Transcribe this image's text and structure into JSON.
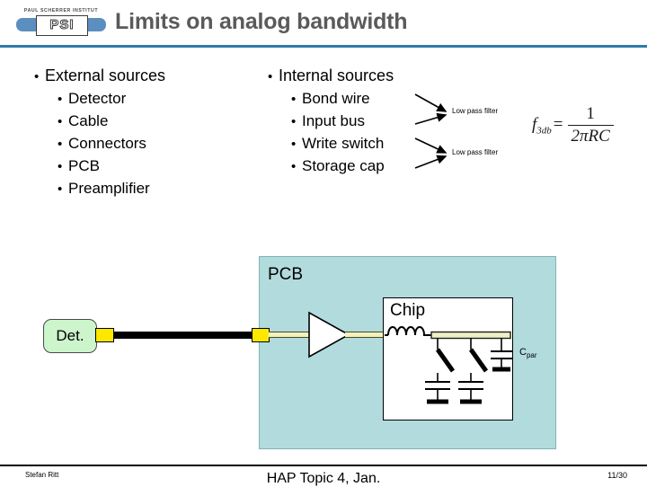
{
  "header": {
    "logo": {
      "org_line": "PAUL SCHERRER INSTITUT",
      "acronym": "PSI"
    },
    "title": "Limits on analog bandwidth"
  },
  "content": {
    "external": {
      "heading": "External sources",
      "items": [
        "Detector",
        "Cable",
        "Connectors",
        "PCB",
        "Preamplifier"
      ]
    },
    "internal": {
      "heading": "Internal sources",
      "items": [
        "Bond wire",
        "Input bus",
        "Write switch",
        "Storage cap"
      ]
    },
    "annotations": {
      "low_pass_filter_1": "Low pass filter",
      "low_pass_filter_2": "Low pass filter"
    },
    "formula": {
      "lhs_symbol": "f",
      "lhs_subscript": "3db",
      "equals": "=",
      "numerator": "1",
      "denominator": "2πRC"
    }
  },
  "diagram": {
    "pcb_label": "PCB",
    "chip_label": "Chip",
    "detector_label": "Det.",
    "cpar_symbol": "C",
    "cpar_subscript": "par",
    "colors": {
      "pcb_fill": "#b2dbdd",
      "chip_fill": "#ffffff",
      "detector_fill": "#ccf5cc",
      "connector_fill": "#ffe800",
      "cable_fill": "#000000",
      "trace_fill": "#f2f2c0",
      "header_rule": "#2f7aa8",
      "title_color": "#5a5a5a",
      "logo_bar": "#5b8fc0"
    }
  },
  "footer": {
    "author": "Stefan Ritt",
    "event": "HAP Topic 4, Jan.",
    "page": "11/30"
  }
}
